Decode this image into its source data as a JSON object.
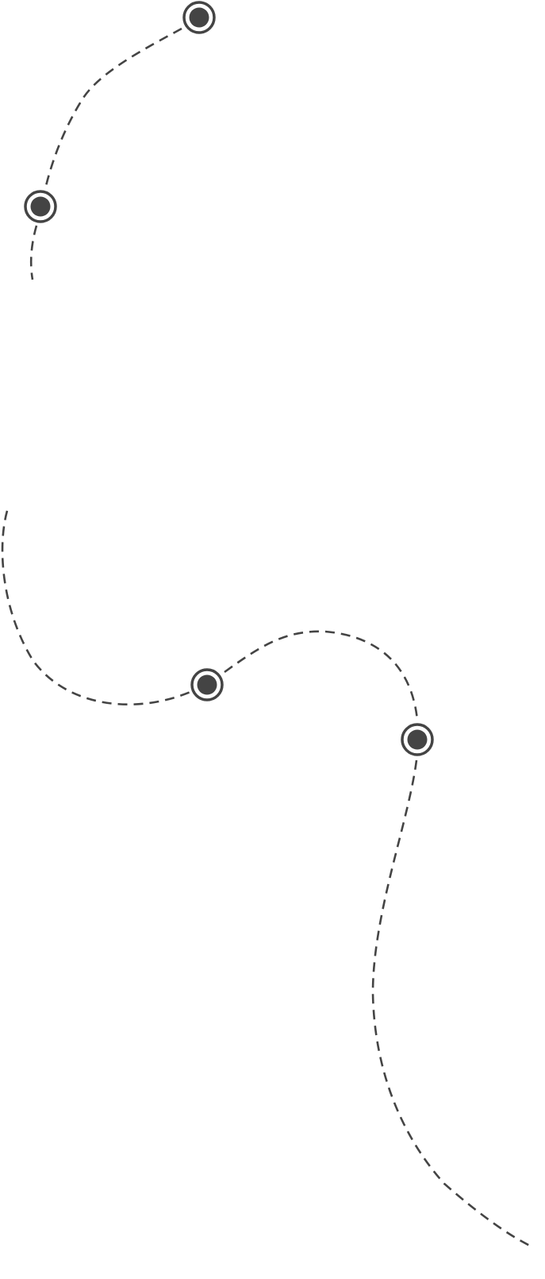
{
  "colors": {
    "line": "#444444",
    "background": "#ffffff"
  },
  "markers": [
    {
      "id": "marker-1",
      "icon": "location-dot-icon"
    },
    {
      "id": "marker-2",
      "icon": "location-dot-icon"
    },
    {
      "id": "marker-3",
      "icon": "location-dot-icon"
    },
    {
      "id": "marker-4",
      "icon": "location-dot-icon"
    }
  ],
  "paths": [
    {
      "id": "route-top",
      "style": "dashed"
    },
    {
      "id": "route-bottom",
      "style": "dashed"
    }
  ]
}
